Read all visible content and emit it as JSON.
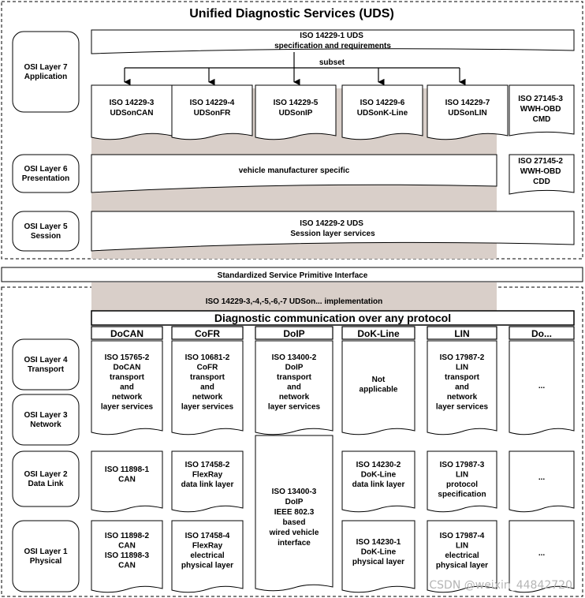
{
  "title": "Unified Diagnostic Services (UDS)",
  "layers": {
    "l7": [
      "OSI Layer 7",
      "Application"
    ],
    "l6": [
      "OSI Layer 6",
      "Presentation"
    ],
    "l5": [
      "OSI Layer 5",
      "Session"
    ],
    "l4": [
      "OSI Layer 4",
      "Transport"
    ],
    "l3": [
      "OSI Layer 3",
      "Network"
    ],
    "l2": [
      "OSI Layer 2",
      "Data Link"
    ],
    "l1": [
      "OSI Layer 1",
      "Physical"
    ]
  },
  "spec_box": [
    "ISO 14229-1 UDS",
    "specification and requirements"
  ],
  "subset_label": "subset",
  "app_boxes": [
    [
      "ISO 14229-3",
      "UDSonCAN"
    ],
    [
      "ISO 14229-4",
      "UDSonFR"
    ],
    [
      "ISO 14229-5",
      "UDSonIP"
    ],
    [
      "ISO 14229-6",
      "UDSonK-Line"
    ],
    [
      "ISO 14229-7",
      "UDSonLIN"
    ]
  ],
  "wwh_cmd": [
    "ISO 27145-3",
    "WWH-OBD",
    "CMD"
  ],
  "wwh_cdd": [
    "ISO 27145-2",
    "WWH-OBD",
    "CDD"
  ],
  "presentation_text": "vehicle manufacturer specific",
  "session_box": [
    "ISO 14229-2 UDS",
    "Session layer services"
  ],
  "sspi": "Standardized Service Primitive Interface",
  "impl_text": "ISO 14229-3,-4,-5,-6,-7 UDSon... implementation",
  "dcop": "Diagnostic communication over any protocol",
  "columns": [
    {
      "header": "DoCAN",
      "transport": [
        "ISO 15765-2",
        "DoCAN",
        "transport",
        "and",
        "network",
        "layer services"
      ],
      "datalink": [
        "ISO 11898-1",
        "CAN"
      ],
      "physical": [
        "ISO 11898-2",
        "CAN",
        "ISO 11898-3",
        "CAN"
      ]
    },
    {
      "header": "CoFR",
      "transport": [
        "ISO 10681-2",
        "CoFR",
        "transport",
        "and",
        "network",
        "layer services"
      ],
      "datalink": [
        "ISO 17458-2",
        "FlexRay",
        "data link layer"
      ],
      "physical": [
        "ISO 17458-4",
        "FlexRay",
        "electrical",
        "physical layer"
      ]
    },
    {
      "header": "DoIP",
      "transport": [
        "ISO 13400-2",
        "DoIP",
        "transport",
        "and",
        "network",
        "layer services"
      ],
      "lower": [
        "ISO 13400-3",
        "DoIP",
        "IEEE 802.3",
        "based",
        "wired vehicle",
        "interface"
      ]
    },
    {
      "header": "DoK-Line",
      "transport": [
        "Not",
        "applicable"
      ],
      "datalink": [
        "ISO 14230-2",
        "DoK-Line",
        "data link layer"
      ],
      "physical": [
        "ISO 14230-1",
        "DoK-Line",
        "physical layer"
      ]
    },
    {
      "header": "LIN",
      "transport": [
        "ISO 17987-2",
        "LIN",
        "transport",
        "and",
        "network",
        "layer services"
      ],
      "datalink": [
        "ISO 17987-3",
        "LIN",
        "protocol",
        "specification"
      ],
      "physical": [
        "ISO 17987-4",
        "LIN",
        "electrical",
        "physical layer"
      ]
    },
    {
      "header": "Do...",
      "transport": [
        "..."
      ],
      "datalink": [
        "..."
      ],
      "physical": [
        "..."
      ]
    }
  ],
  "watermark": "CSDN @weixin_44842720"
}
